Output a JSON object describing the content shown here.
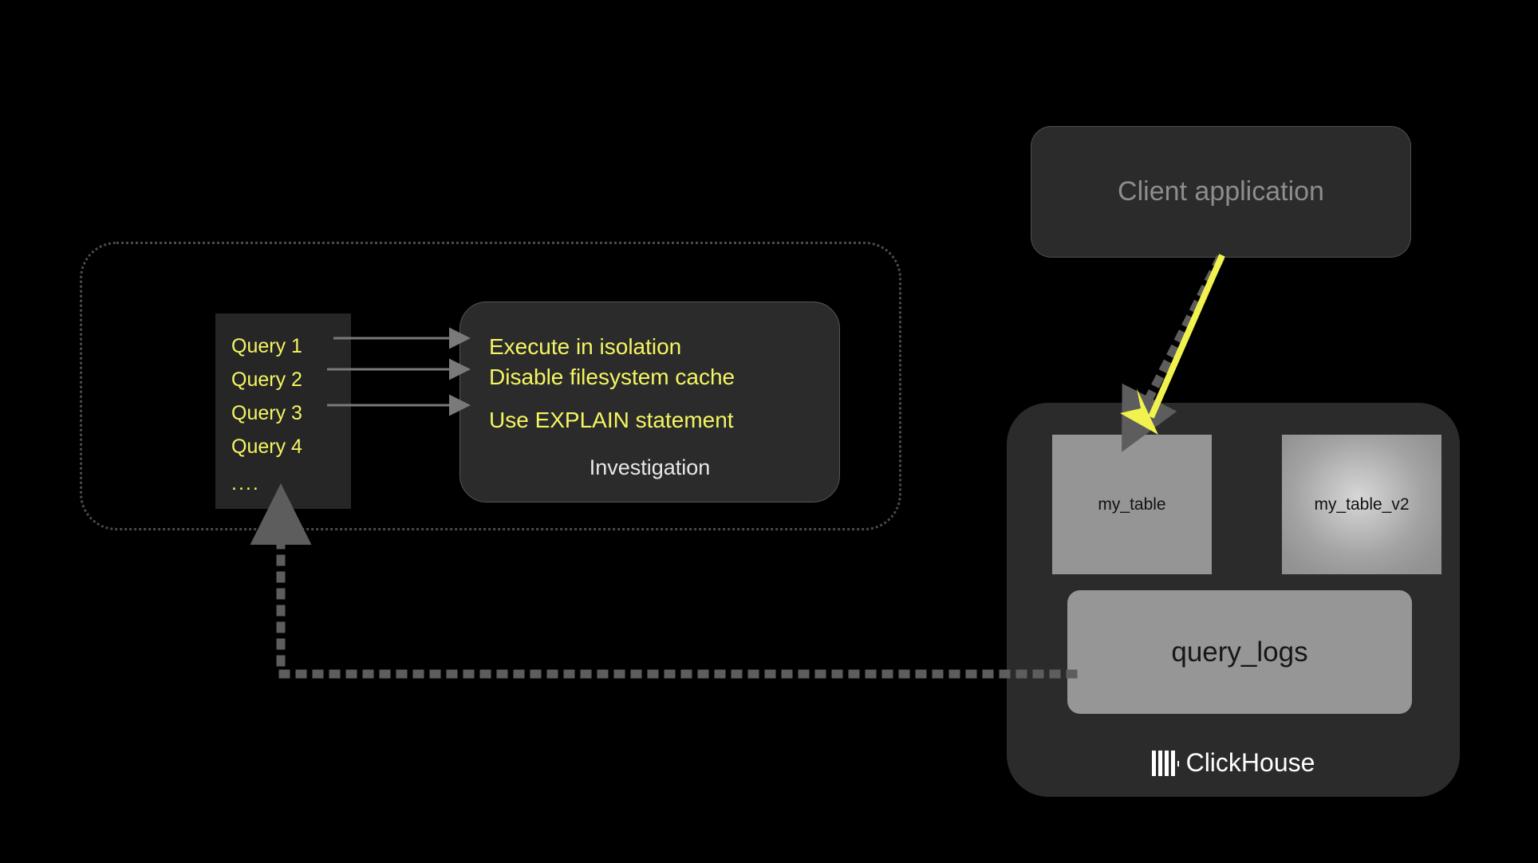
{
  "diagram": {
    "title": "ClickHouse query investigation flow",
    "background_color": "#000000"
  },
  "investigation_container": {
    "name": "investigation-scope",
    "border_style": "dotted",
    "border_color": "#4a4a4a"
  },
  "query_list": {
    "name": "query-list",
    "background_color": "#262626",
    "text_color": "#f5f562",
    "items": [
      {
        "label": "Query 1"
      },
      {
        "label": "Query 2"
      },
      {
        "label": "Query 3"
      },
      {
        "label": "Query 4"
      }
    ],
    "ellipsis": "...."
  },
  "investigation": {
    "name": "investigation-card",
    "background_color": "#2b2b2b",
    "accent_color": "#f5f562",
    "lines": [
      "Execute in isolation",
      "Disable filesystem cache",
      "Use EXPLAIN statement"
    ],
    "title": "Investigation",
    "title_color": "#e8e8e8"
  },
  "client": {
    "name": "client-application",
    "label": "Client application",
    "background_color": "#2b2b2b",
    "text_color": "#8d8d8d"
  },
  "clickhouse": {
    "name": "clickhouse-panel",
    "background_color": "#2b2b2b",
    "logo_text": "ClickHouse",
    "logo_icon": "clickhouse-bars-icon",
    "tables": [
      {
        "label": "my_table",
        "fill": "#959595",
        "highlighted": false
      },
      {
        "label": "my_table_v2",
        "fill": "#bdbdbd",
        "highlighted": true
      }
    ],
    "logs_table": {
      "label": "query_logs",
      "fill": "#969696"
    }
  },
  "connectors": [
    {
      "name": "query1-to-investigation",
      "style": "solid",
      "color": "#7a7a7a",
      "from": "Query 1",
      "to": "Investigation"
    },
    {
      "name": "query2-to-investigation",
      "style": "solid",
      "color": "#7a7a7a",
      "from": "Query 2",
      "to": "Investigation"
    },
    {
      "name": "query3-to-investigation",
      "style": "solid",
      "color": "#7a7a7a",
      "from": "Query 3",
      "to": "Investigation"
    },
    {
      "name": "client-to-my-table",
      "style": "dotted",
      "color": "#5a5a5a",
      "from": "Client application",
      "to": "my_table"
    },
    {
      "name": "client-to-my-table-v2",
      "style": "solid",
      "color": "#f2f24e",
      "from": "Client application",
      "to": "my_table_v2"
    },
    {
      "name": "query-logs-to-query-list",
      "style": "dotted",
      "color": "#5a5a5a",
      "from": "query_logs",
      "to": "query-list"
    }
  ]
}
